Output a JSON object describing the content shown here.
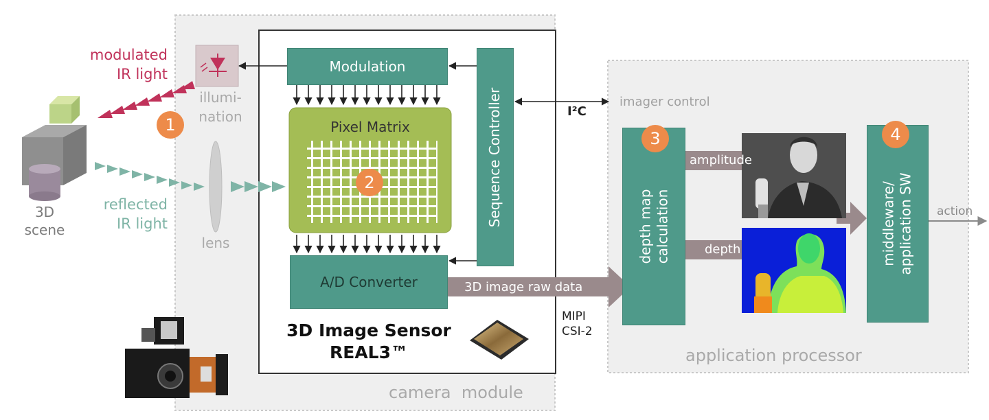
{
  "scene": {
    "label_line1": "3D",
    "label_line2": "scene"
  },
  "modulated_light": {
    "line1": "modulated",
    "line2": "IR light"
  },
  "reflected_light": {
    "line1": "reflected",
    "line2": "IR light"
  },
  "illumination": {
    "line1": "illumi-",
    "line2": "nation"
  },
  "lens": {
    "label": "lens"
  },
  "camera_module": {
    "label": "camera  module"
  },
  "sensor": {
    "modulation": "Modulation",
    "pixel_matrix": "Pixel Matrix",
    "sequence_controller": "Sequence Controller",
    "ad_converter": "A/D Converter",
    "title_line1": "3D Image Sensor",
    "title_line2": "REAL3™"
  },
  "links": {
    "i2c": "I²C",
    "raw_data": "3D image raw data",
    "mipi_line1": "MIPI",
    "mipi_line2": "CSI-2"
  },
  "app_processor": {
    "label": "application processor",
    "imager_control": "imager control",
    "depth_calc_line1": "depth map",
    "depth_calc_line2": "calculation",
    "amplitude": "amplitude",
    "depth": "depth",
    "middleware_line1": "middleware/",
    "middleware_line2": "application SW",
    "action": "action"
  },
  "steps": [
    "1",
    "2",
    "3",
    "4"
  ],
  "colors": {
    "teal": "#4f9a8a",
    "pixel_green": "#a4bd55",
    "badge_orange": "#ed8b4a",
    "modulated_red": "#c0325a",
    "reflected_teal": "#7fb4a6",
    "panel_gray": "#efefef",
    "arrow_mauve": "#9a8a8c"
  },
  "icons": [
    "led-icon",
    "lens-icon",
    "cube-icon",
    "cylinder-icon",
    "chip-icon",
    "camera-board-icon"
  ]
}
